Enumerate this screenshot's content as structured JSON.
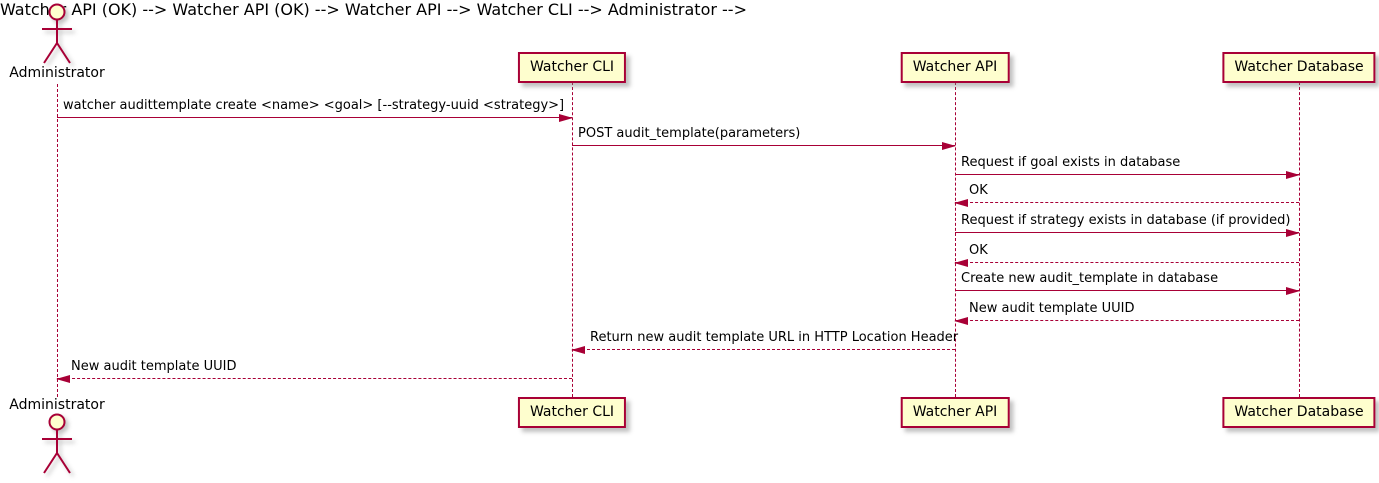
{
  "diagram_type": "plantuml-sequence-diagram",
  "colors": {
    "accent": "#A80036",
    "participant_fill": "#FEFECE",
    "text_color": "#000000"
  },
  "actor": {
    "label": "Administrator"
  },
  "participants": [
    {
      "id": "watcher-cli",
      "label": "Watcher CLI"
    },
    {
      "id": "watcher-api",
      "label": "Watcher API"
    },
    {
      "id": "watcher-database",
      "label": "Watcher Database"
    }
  ],
  "messages": [
    {
      "from": "Administrator",
      "to": "Watcher CLI",
      "line": "solid",
      "direction": "right",
      "text": "watcher audittemplate create <name> <goal> [--strategy-uuid <strategy>]"
    },
    {
      "from": "Watcher CLI",
      "to": "Watcher API",
      "line": "solid",
      "direction": "right",
      "text": "POST audit_template(parameters)"
    },
    {
      "from": "Watcher API",
      "to": "Watcher Database",
      "line": "solid",
      "direction": "right",
      "text": "Request if goal exists in database"
    },
    {
      "from": "Watcher Database",
      "to": "Watcher API",
      "line": "dashed",
      "direction": "left",
      "text": "OK"
    },
    {
      "from": "Watcher API",
      "to": "Watcher Database",
      "line": "solid",
      "direction": "right",
      "text": "Request if strategy exists in database (if provided)"
    },
    {
      "from": "Watcher Database",
      "to": "Watcher API",
      "line": "dashed",
      "direction": "left",
      "text": "OK"
    },
    {
      "from": "Watcher API",
      "to": "Watcher Database",
      "line": "solid",
      "direction": "right",
      "text": "Create new audit_template in database"
    },
    {
      "from": "Watcher Database",
      "to": "Watcher API",
      "line": "dashed",
      "direction": "left",
      "text": "New audit template UUID"
    },
    {
      "from": "Watcher API",
      "to": "Watcher CLI",
      "line": "dashed",
      "direction": "left",
      "text": "Return new audit template URL in HTTP Location Header"
    },
    {
      "from": "Watcher CLI",
      "to": "Administrator",
      "line": "dashed",
      "direction": "left",
      "text": "New audit template UUID"
    }
  ]
}
